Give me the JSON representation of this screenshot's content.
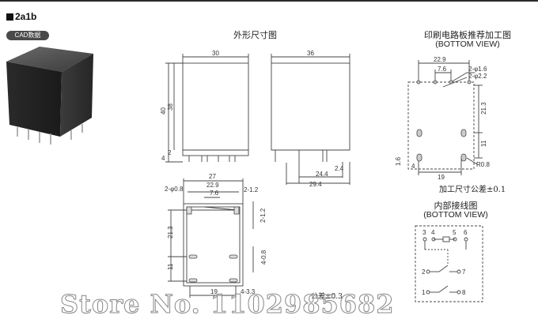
{
  "header": {
    "model": "2a1b",
    "cad_badge": "CAD数据"
  },
  "titles": {
    "outline": "外形尺寸图",
    "pcb": "印刷电路板推荐加工图",
    "pcb_view": "(BOTTOM VIEW)",
    "wiring": "内部接线图",
    "wiring_view": "(BOTTOM VIEW)"
  },
  "notes": {
    "pcb_tolerance": "加工尺寸公差±0.1",
    "outline_tolerance": "公差±0.3"
  },
  "dimensions": {
    "front_width": "30",
    "side_width": "36",
    "height_total": "40",
    "height_body": "38",
    "base_step": "2",
    "pin_length": "4",
    "side_pin_a": "24.4",
    "side_pin_b": "29.4",
    "side_pin_c": "2.4",
    "bottom_width": "27",
    "bottom_pitch_a": "22.9",
    "bottom_pitch_b": "7.6",
    "hole_small": "2-φ0.8",
    "pin_small": "2-1.2",
    "bottom_h1": "21.3",
    "bottom_h2": "11",
    "bottom_h3": "2-1.2",
    "bottom_h4": "4-0.8",
    "bottom_w19": "19",
    "bottom_pins": "4-3.3",
    "pcb_a": "22.9",
    "pcb_b": "7.6",
    "pcb_hole1": "2-φ1.6",
    "pcb_hole2": "2-φ2.2",
    "pcb_h1": "21.3",
    "pcb_h2": "11",
    "pcb_h3": "1.6",
    "pcb_h4": "4",
    "pcb_w": "19",
    "pcb_r": "R0.8"
  },
  "wiring": {
    "pins_top": [
      "3",
      "4",
      "5",
      "6"
    ],
    "pin2": "2",
    "pin7": "7",
    "pin1": "1",
    "pin8": "8"
  },
  "watermark": "Store No. 1102985682"
}
